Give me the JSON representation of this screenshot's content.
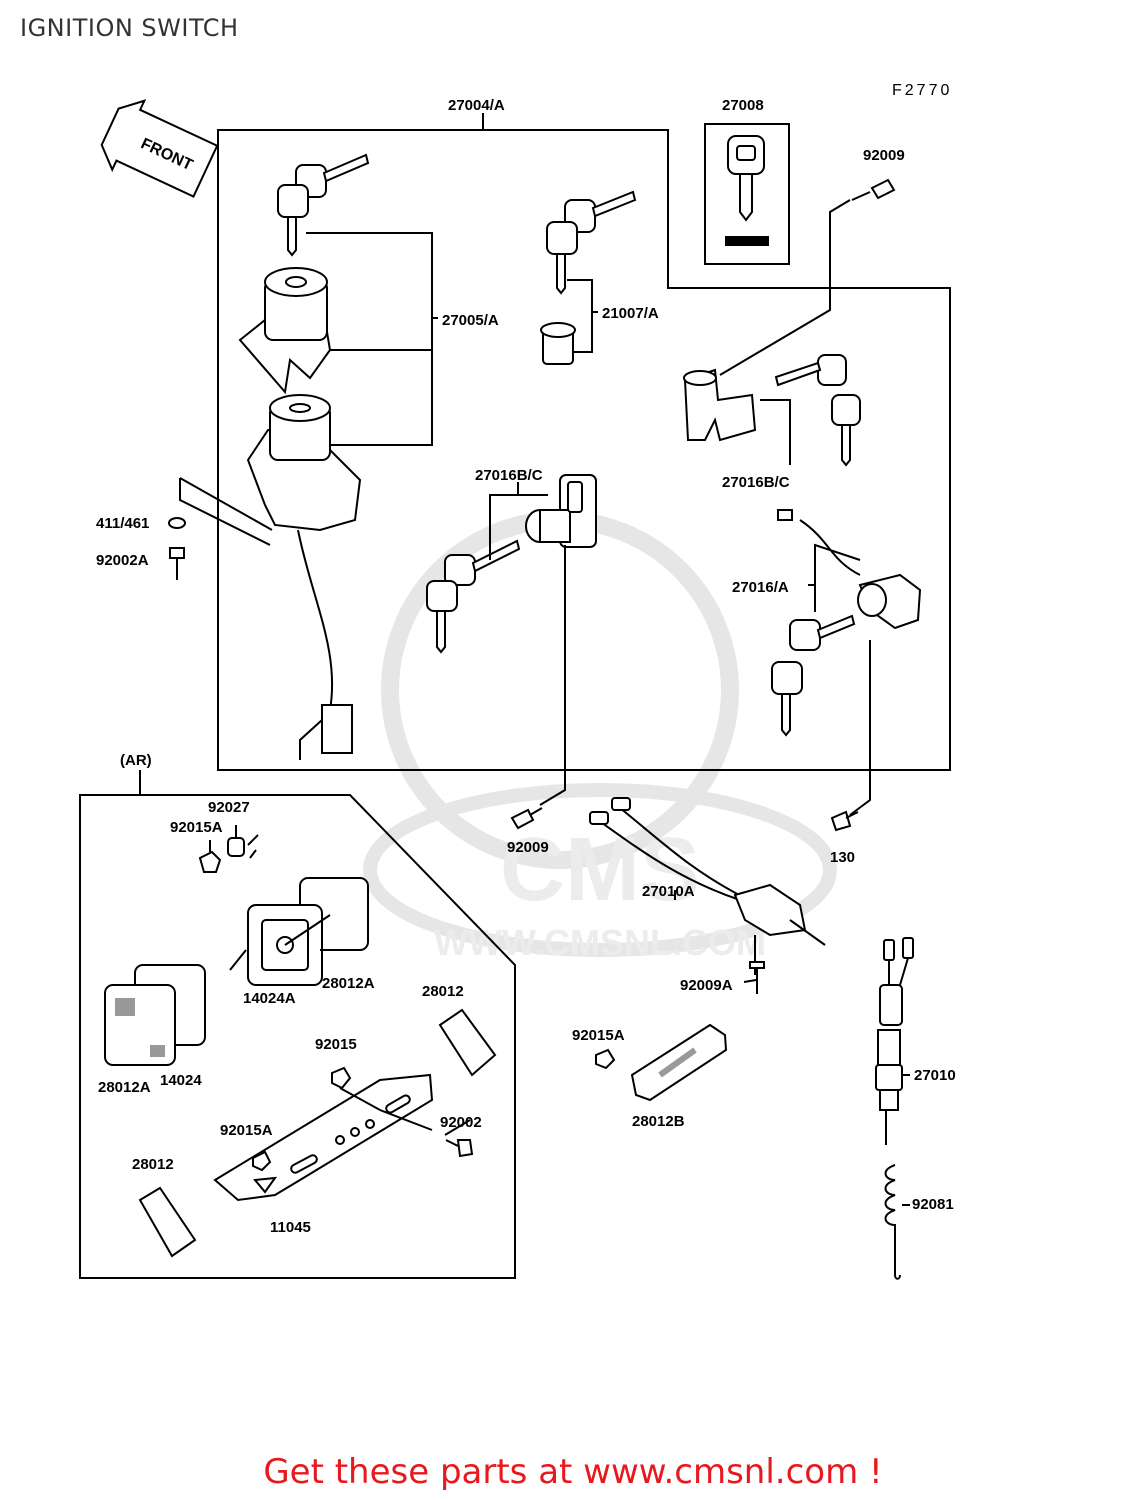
{
  "title": "IGNITION SWITCH",
  "ref_code": "F2770",
  "front_label": "FRONT",
  "watermark": "WWW.CMSNL.COM",
  "watermark_logo": "CMS",
  "section_ar": "(AR)",
  "parts": {
    "p27004A": "27004/A",
    "p27008": "27008",
    "p92009_top": "92009",
    "p27005A": "27005/A",
    "p21007A": "21007/A",
    "p27016BC_right": "27016B/C",
    "p27016BC_mid": "27016B/C",
    "p411_461": "411/461",
    "p92002A": "92002A",
    "p27016A": "27016/A",
    "p92027": "92027",
    "p92015A_1": "92015A",
    "p92009_mid": "92009",
    "p130": "130",
    "p27010A": "27010A",
    "p28012A_1": "28012A",
    "p14024A": "14024A",
    "p92009A": "92009A",
    "p28012_1": "28012",
    "p92015": "92015",
    "p92015A_2": "92015A",
    "p28012A_2": "28012A",
    "p14024": "14024",
    "p28012B": "28012B",
    "p27010": "27010",
    "p92002": "92002",
    "p92015A_3": "92015A",
    "p28012_2": "28012",
    "p11045": "11045",
    "p92081": "92081"
  },
  "footer": "Get these parts at www.cmsnl.com !",
  "colors": {
    "footer": "#e8191e",
    "line": "#000000",
    "watermark": "#e6e6e6"
  }
}
